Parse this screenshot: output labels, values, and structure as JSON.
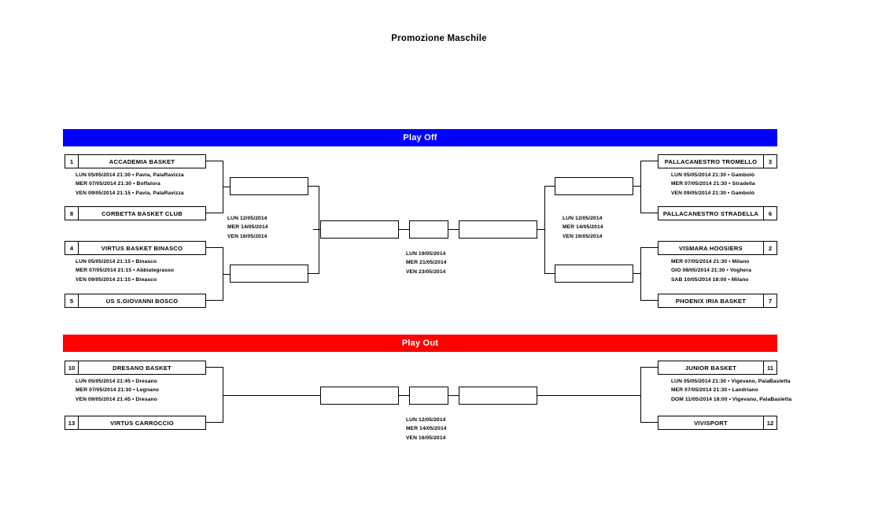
{
  "page": {
    "title": "Promozione Maschile"
  },
  "sections": {
    "playoff": {
      "label": "Play Off",
      "color": "#0000ff"
    },
    "playout": {
      "label": "Play Out",
      "color": "#fe0000"
    }
  },
  "separator": "▪",
  "playoff": {
    "left_top": {
      "team_a": {
        "seed": "1",
        "name": "ACCADEMIA BASKET"
      },
      "team_b": {
        "seed": "8",
        "name": "CORBETTA BASKET CLUB"
      },
      "matches": [
        "LUN 05/05/2014 21:30 ▪ Pavia, PalaRavizza",
        "MER 07/05/2014 21:30 ▪ Boffalora",
        "VEN 09/05/2014 21:15 ▪ Pavia, PalaRavizza"
      ]
    },
    "left_bottom": {
      "team_a": {
        "seed": "4",
        "name": "VIRTUS BASKET BINASCO"
      },
      "team_b": {
        "seed": "5",
        "name": "US S.GIOVANNI BOSCO"
      },
      "matches": [
        "LUN 05/05/2014 21:15 ▪ Binasco",
        "MER 07/05/2014 21:15 ▪ Abbiategrasso",
        "VEN 09/05/2014 21:15 ▪ Binasco"
      ]
    },
    "right_top": {
      "team_a": {
        "seed": "3",
        "name": "PALLACANESTRO TROMELLO"
      },
      "team_b": {
        "seed": "6",
        "name": "PALLACANESTRO STRADELLA"
      },
      "matches": [
        "LUN 05/05/2014 21:30 ▪ Gambolò",
        "MER 07/05/2014 21:30 ▪ Stradella",
        "VEN 09/05/2014 21:30 ▪ Gambolò"
      ]
    },
    "right_bottom": {
      "team_a": {
        "seed": "2",
        "name": "VISMARA HOOSIERS"
      },
      "team_b": {
        "seed": "7",
        "name": "PHOENIX IRIA BASKET"
      },
      "matches": [
        "MER 07/05/2014 21:30 ▪ Milano",
        "GIO 08/05/2014 21:30 ▪ Voghera",
        "SAB 10/05/2014 18:00 ▪ Milano"
      ]
    },
    "semifinal_left": {
      "matches": [
        "LUN 12/05/2014",
        "MER 14/05/2014",
        "VEN 16/05/2014"
      ]
    },
    "semifinal_right": {
      "matches": [
        "LUN 12/05/2014",
        "MER 14/05/2014",
        "VEN 16/05/2014"
      ]
    },
    "final": {
      "matches": [
        "LUN 19/05/2014",
        "MER 21/05/2014",
        "VEN 23/05/2014"
      ]
    }
  },
  "playout": {
    "left": {
      "team_a": {
        "seed": "10",
        "name": "DRESANO BASKET"
      },
      "team_b": {
        "seed": "13",
        "name": "VIRTUS CARROCCIO"
      },
      "matches": [
        "LUN 05/05/2014 21:45 ▪ Dresano",
        "MER 07/05/2014 21:30 ▪ Legnano",
        "VEN 09/05/2014 21:45 ▪ Dresano"
      ]
    },
    "right": {
      "team_a": {
        "seed": "11",
        "name": "JUNIOR BASKET"
      },
      "team_b": {
        "seed": "12",
        "name": "VIVISPORT"
      },
      "matches": [
        "LUN 05/05/2014 21:30 ▪ Vigevano, PalaBasletta",
        "MER 07/05/2014 21:30 ▪ Landriano",
        "DOM 11/05/2014 18:00 ▪ Vigevano, PalaBasletta"
      ]
    },
    "final": {
      "matches": [
        "LUN 12/05/2014",
        "MER 14/05/2014",
        "VEN 16/05/2014"
      ]
    }
  }
}
